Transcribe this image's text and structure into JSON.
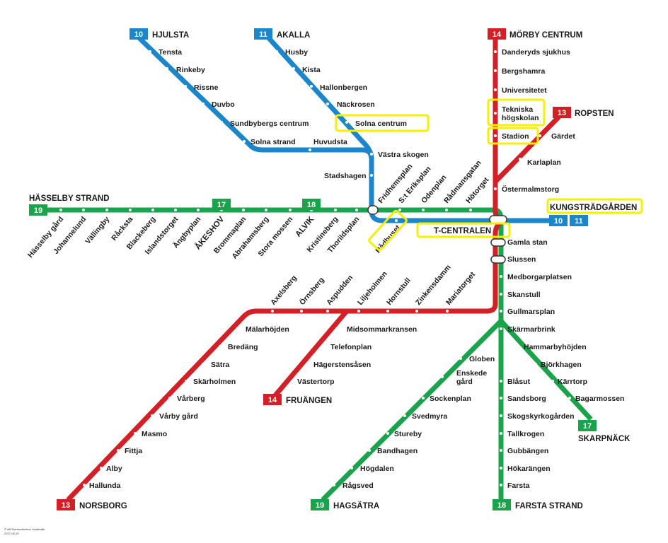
{
  "colors": {
    "blue": "#1b86c9",
    "green": "#1aa34a",
    "red": "#d51f26",
    "highlight": "#f5ef00"
  },
  "terminals": {
    "hjulsta": {
      "line": "10",
      "name": "HJULSTA"
    },
    "akalla": {
      "line": "11",
      "name": "AKALLA"
    },
    "morby": {
      "line": "14",
      "name": "MÖRBY CENTRUM"
    },
    "ropsten": {
      "line": "13",
      "name": "ROPSTEN"
    },
    "hasselby": {
      "line": "19",
      "name": "HÄSSELBY STRAND"
    },
    "kungstradgarden": {
      "name": "KUNGSTRÄDGÅRDEN",
      "line_a": "10",
      "line_b": "11"
    },
    "fruangen": {
      "line": "14",
      "name": "FRUÄNGEN"
    },
    "norsborg": {
      "line": "13",
      "name": "NORSBORG"
    },
    "hagsatra": {
      "line": "19",
      "name": "HAGSÄTRA"
    },
    "farsta": {
      "line": "18",
      "name": "FARSTA STRAND"
    },
    "skarpnack": {
      "line": "17",
      "name": "SKARPNÄCK"
    },
    "green17": {
      "line": "17"
    },
    "green18": {
      "line": "18"
    }
  },
  "stations": {
    "tensta": "Tensta",
    "rinkeby": "Rinkeby",
    "rissne": "Rissne",
    "duvbo": "Duvbo",
    "sundbyberg": "Sundbybergs centrum",
    "solna_strand": "Solna strand",
    "huvudsta": "Huvudsta",
    "husby": "Husby",
    "kista": "Kista",
    "hallonbergen": "Hallonbergen",
    "nackrosen": "Näckrosen",
    "solna_centrum": "Solna centrum",
    "vastra_skogen": "Västra skogen",
    "stadshagen": "Stadshagen",
    "danderyd": "Danderyds sjukhus",
    "bergshamra": "Bergshamra",
    "universitetet": "Universitetet",
    "tekniska_1": "Tekniska",
    "tekniska_2": "högskolan",
    "stadion": "Stadion",
    "gardet": "Gärdet",
    "karlaplan": "Karlaplan",
    "ostermalmstorg": "Östermalmstorg",
    "fridhemsplan": "Fridhemsplan",
    "st_eriksplan": "S:t Eriksplan",
    "odenplan": "Odenplan",
    "radmansgatan": "Rådmansgatan",
    "hotorget": "Hötorget",
    "radhuset": "Rådhuset",
    "t_centralen": "T-CENTRALEN",
    "hasselby_gard": "Hässelby gård",
    "johannelund": "Johannelund",
    "vallingby": "Vällingby",
    "racksta": "Råcksta",
    "blackeberg": "Blackeberg",
    "islandstorget": "Islandstorget",
    "angbyplan": "Ängbyplan",
    "akeshov": "ÅKESHOV",
    "brommaplan": "Brommaplan",
    "abrahamsberg": "Abrahamsberg",
    "stora_mossen": "Stora mossen",
    "alvik": "ALVIK",
    "kristineberg": "Kristineberg",
    "thorildsplan": "Thorildsplan",
    "gamla_stan": "Gamla stan",
    "slussen": "Slussen",
    "medborgarplatsen": "Medborgarplatsen",
    "skanstull": "Skanstull",
    "gullmarsplan": "Gullmarsplan",
    "skarmarbrink": "Skärmarbrink",
    "hammarbyhojden": "Hammarbyhöjden",
    "bjorkhagen": "Björkhagen",
    "karrtorp": "Kärrtorp",
    "bagarmossen": "Bagarmossen",
    "blasut": "Blåsut",
    "sandsborg": "Sandsborg",
    "skogskyrkogarden": "Skogskyrkogården",
    "tallkrogen": "Tallkrogen",
    "gubbangen": "Gubbängen",
    "hokarangen": "Hökarängen",
    "farsta": "Farsta",
    "axelsberg": "Axelsberg",
    "ornsberg": "Örnsberg",
    "aspudden": "Aspudden",
    "liljeholmen": "Liljeholmen",
    "hornstull": "Hornstull",
    "zinkensdamm": "Zinkensdamm",
    "mariatorget": "Mariatorget",
    "malarhojden": "Mälarhöjden",
    "bredang": "Bredäng",
    "satra": "Sätra",
    "skarholmen": "Skärholmen",
    "varberg": "Vårberg",
    "varby_gard": "Vårby gård",
    "masmo": "Masmo",
    "fittja": "Fittja",
    "alby": "Alby",
    "hallunda": "Hallunda",
    "midsommarkransen": "Midsommarkransen",
    "telefonplan": "Telefonplan",
    "hagerstensasen": "Hägerstensåsen",
    "vastertorp": "Västertorp",
    "globen": "Globen",
    "enskede_1": "Enskede",
    "enskede_2": "gård",
    "sockenplan": "Sockenplan",
    "svedmyra": "Svedmyra",
    "stureby": "Stureby",
    "bandhagen": "Bandhagen",
    "hogdalen": "Högdalen",
    "ragsved": "Rågsved"
  },
  "footer": {
    "line1": "© AB Storstockholms Lokaltrafik",
    "line2": "2017-08-19"
  }
}
